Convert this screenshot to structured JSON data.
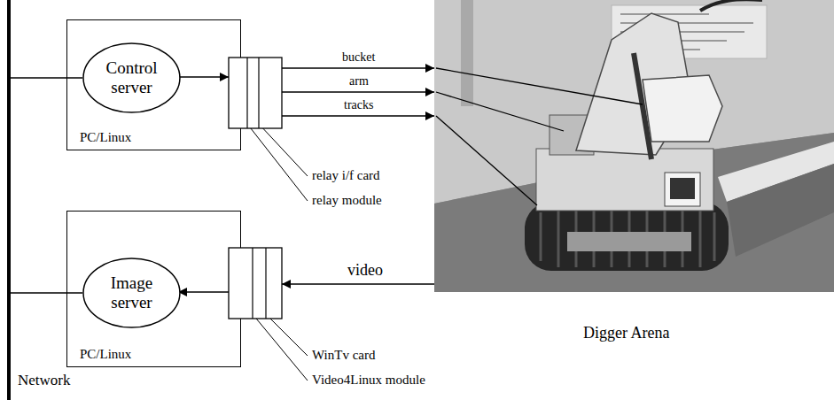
{
  "diagram": {
    "nodes": [
      {
        "text": [
          "PC/Linux"
        ]
      },
      {
        "text": [
          "Control server"
        ],
        "in": 0
      },
      {
        "text": [
          "PC/Linux"
        ]
      },
      {
        "text": [
          "Image server"
        ],
        "in": 2
      },
      {
        "text": [
          "Digger Arena"
        ]
      },
      {
        "text": [
          "Network"
        ]
      }
    ],
    "edges": [
      {
        "from": 5,
        "to": 1,
        "arrow": "none"
      },
      {
        "from": 5,
        "to": 3,
        "arrow": "none"
      }
    ],
    "labels": [
      "bucket",
      "arm",
      "tracks",
      "relay i/f card",
      "relay module",
      "video",
      "WinTv card",
      "Video4Linux module"
    ]
  }
}
